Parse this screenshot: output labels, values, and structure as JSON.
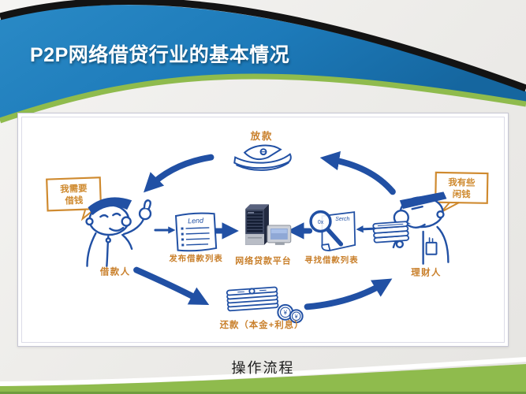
{
  "slide": {
    "title": "P2P网络借贷行业的基本情况",
    "caption": "操作流程"
  },
  "diagram": {
    "top_step": "放款",
    "bottom_step": "还款（本金+利息）",
    "borrower": {
      "name": "借款人",
      "bubble": [
        "我需要",
        "借钱"
      ]
    },
    "investor": {
      "name": "理财人",
      "bubble": [
        "我有些",
        "闲钱"
      ]
    },
    "publish_step": "发布借款列表",
    "platform": "网络贷款平台",
    "search_step": "寻找借款列表",
    "doc_title": "Lend",
    "search_note": "Serch",
    "lens_mark": "0x",
    "coin_symbol": "¥"
  },
  "colors": {
    "banner_blue": "#1d7ab9",
    "swoosh_green": "#8fbb4d",
    "arrow_navy": "#2150a4",
    "label_orange": "#c9802c"
  }
}
